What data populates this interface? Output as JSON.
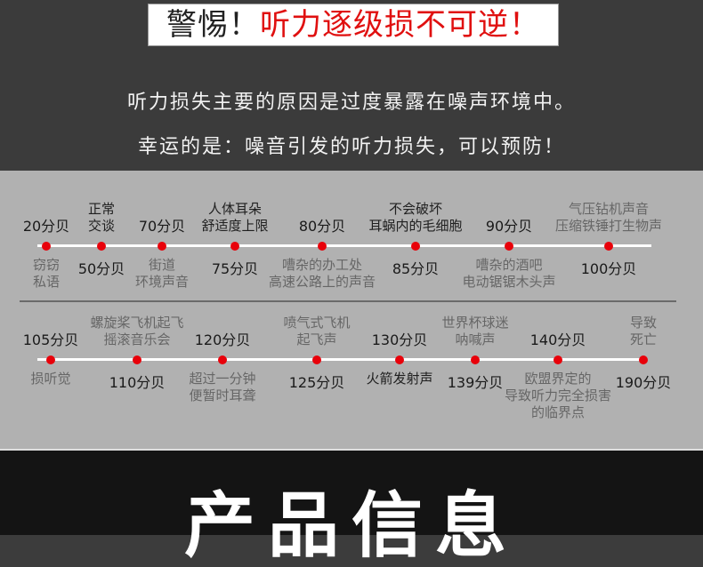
{
  "header": {
    "banner_warning": "警惕！",
    "banner_message": "听力逐级损不可逆！",
    "line1": "听力损失主要的原因是过度暴露在噪声环境中。",
    "line2": "幸运的是：噪音引发的听力损失，可以预防！"
  },
  "colors": {
    "accent_red": "#e01010",
    "dot_red": "#e8000a",
    "panel_gray": "#b1b1b1",
    "header_dark": "#3b3b3b",
    "footer_dark": "#141414"
  },
  "timeline_row1": [
    {
      "db": "20分贝",
      "desc": "窃窃\n私语",
      "db_pos": "above",
      "desc_style": "gray"
    },
    {
      "db": "50分贝",
      "desc": "正常\n交谈",
      "db_pos": "below",
      "desc_style": "dark"
    },
    {
      "db": "70分贝",
      "desc": "街道\n环境声音",
      "db_pos": "above",
      "desc_style": "gray"
    },
    {
      "db": "75分贝",
      "desc": "人体耳朵\n舒适度上限",
      "db_pos": "below",
      "desc_style": "dark"
    },
    {
      "db": "80分贝",
      "desc": "嘈杂的办工处\n高速公路上的声音",
      "db_pos": "above",
      "desc_style": "gray"
    },
    {
      "db": "85分贝",
      "desc": "不会破坏\n耳蜗内的毛细胞",
      "db_pos": "below",
      "desc_style": "dark"
    },
    {
      "db": "90分贝",
      "desc": "嘈杂的酒吧\n电动锯锯木头声",
      "db_pos": "above",
      "desc_style": "gray"
    },
    {
      "db": "100分贝",
      "desc": "气压钻机声音\n压缩铁锤打生物声",
      "db_pos": "below",
      "desc_style": "gray"
    }
  ],
  "timeline_row2": [
    {
      "db": "105分贝",
      "desc": "损听觉",
      "db_pos": "above",
      "desc_style": "gray"
    },
    {
      "db": "110分贝",
      "desc": "螺旋桨飞机起飞\n摇滚音乐会",
      "db_pos": "below",
      "desc_style": "gray"
    },
    {
      "db": "120分贝",
      "desc": "超过一分钟\n便暂时耳聋",
      "db_pos": "above",
      "desc_style": "gray"
    },
    {
      "db": "125分贝",
      "desc": "喷气式飞机\n起飞声",
      "db_pos": "below",
      "desc_style": "gray"
    },
    {
      "db": "130分贝",
      "desc": "火箭发射声",
      "db_pos": "above",
      "desc_style": "dark"
    },
    {
      "db": "139分贝",
      "desc": "世界杯球迷\n呐喊声",
      "db_pos": "below",
      "desc_style": "gray"
    },
    {
      "db": "140分贝",
      "desc": "欧盟界定的\n导致听力完全损害\n的临界点",
      "db_pos": "above",
      "desc_style": "gray"
    },
    {
      "db": "190分贝",
      "desc": "导致\n死亡",
      "db_pos": "below",
      "desc_style": "gray"
    }
  ],
  "footer": {
    "title": "产品信息"
  }
}
